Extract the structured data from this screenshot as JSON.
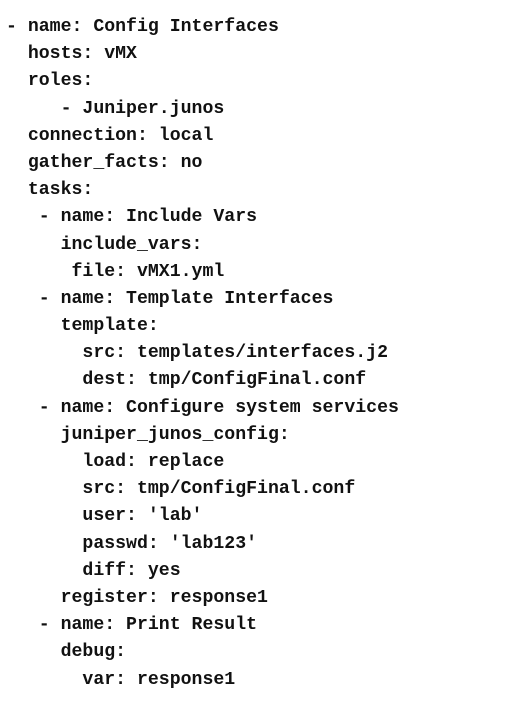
{
  "document": {
    "lines": [
      "- name: Config Interfaces",
      "  hosts: vMX",
      "  roles:",
      "     - Juniper.junos",
      "  connection: local",
      "  gather_facts: no",
      "  tasks:",
      "   - name: Include Vars",
      "     include_vars:",
      "      file: vMX1.yml",
      "   - name: Template Interfaces",
      "     template:",
      "       src: templates/interfaces.j2",
      "       dest: tmp/ConfigFinal.conf",
      "   - name: Configure system services",
      "     juniper_junos_config:",
      "       load: replace",
      "       src: tmp/ConfigFinal.conf",
      "       user: 'lab'",
      "       passwd: 'lab123'",
      "       diff: yes",
      "     register: response1",
      "   - name: Print Result",
      "     debug:",
      "       var: response1"
    ]
  }
}
